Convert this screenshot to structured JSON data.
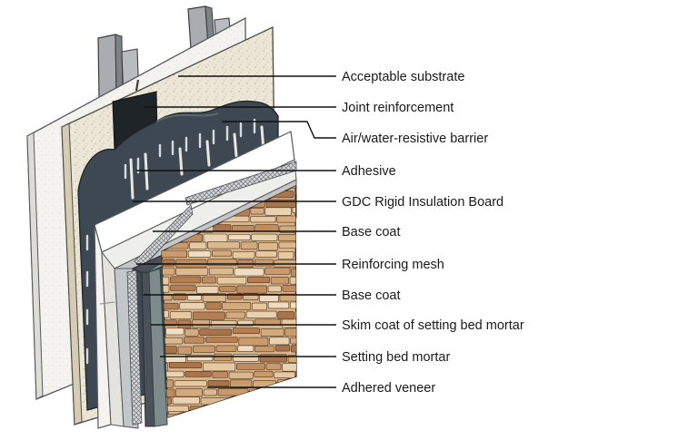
{
  "diagram": {
    "layers": [
      "Acceptable substrate",
      "Joint reinforcement",
      "Air/water-resistive barrier",
      "Adhesive",
      "GDC Rigid Insulation Board",
      "Base coat",
      "Reinforcing mesh",
      "Base coat",
      "Skim coat of setting bed mortar",
      "Setting bed mortar",
      "Adhered veneer"
    ]
  },
  "colors": {
    "stud": "#a9adb2",
    "gypsum": "#f1f0ec",
    "substrate": "#e3d8c1",
    "barrier": "#3d4852",
    "insulation": "#f4f3ef",
    "base_coat": "#c4c7c9",
    "mesh": "#8b8f93",
    "mortar_dark": "#4a5159",
    "setting_bed": "#7d8b8c",
    "veneer_base": "#d8b58c"
  }
}
